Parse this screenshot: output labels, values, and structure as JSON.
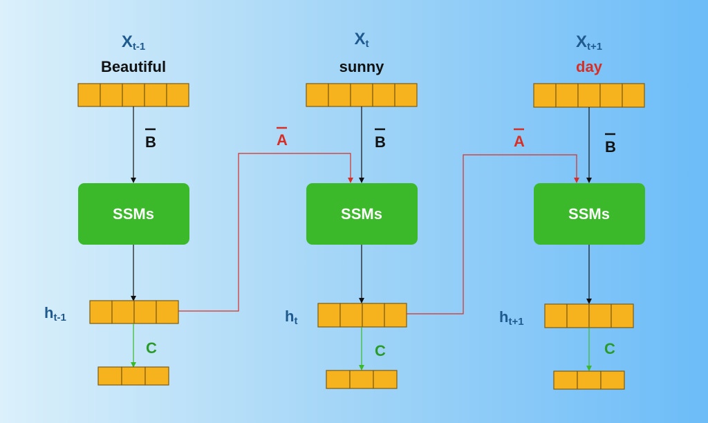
{
  "columns": [
    {
      "input_var": "X",
      "input_sub": "t-1",
      "word": "Beautiful",
      "word_color": "#111111",
      "b_label": "B",
      "a_label": "",
      "ssm_label": "SSMs",
      "h_var": "h",
      "h_sub": "t-1",
      "c_label": "C",
      "input_cells": 5,
      "hidden_cells": 4,
      "output_cells": 3
    },
    {
      "input_var": "X",
      "input_sub": "t",
      "word": "sunny",
      "word_color": "#111111",
      "b_label": "B",
      "a_label": "A",
      "ssm_label": "SSMs",
      "h_var": "h",
      "h_sub": "t",
      "c_label": "C",
      "input_cells": 5,
      "hidden_cells": 4,
      "output_cells": 3
    },
    {
      "input_var": "X",
      "input_sub": "t+1",
      "word": "day",
      "word_color": "#d62f27",
      "b_label": "B",
      "a_label": "A",
      "ssm_label": "SSMs",
      "h_var": "h",
      "h_sub": "t+1",
      "c_label": "C",
      "input_cells": 5,
      "hidden_cells": 4,
      "output_cells": 3
    }
  ],
  "colors": {
    "cell_fill": "#f7b31d",
    "ssm_fill": "#3bb92a",
    "a_color": "#d62f27",
    "c_color": "#2a9a2a",
    "var_color": "#1f5a8f"
  }
}
